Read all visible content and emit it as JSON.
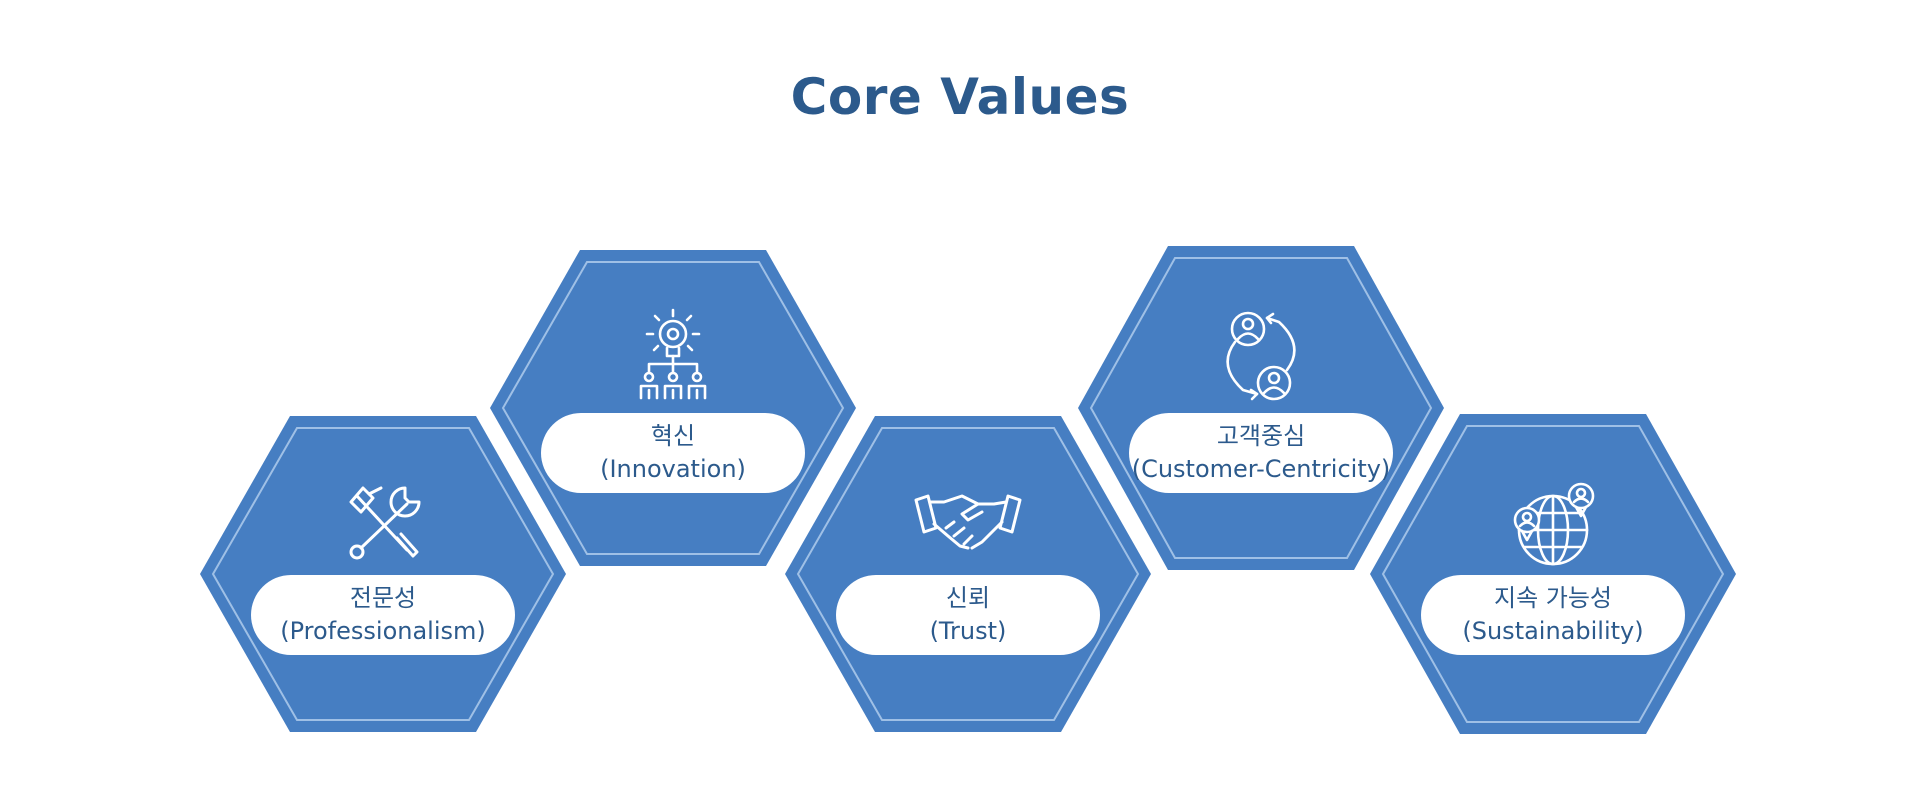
{
  "title": "Core Values",
  "colors": {
    "hex_fill": "#467ec2",
    "hex_inner_line": "#9fc0e6",
    "label_bg": "#ffffff",
    "text": "#2c5a8c",
    "icon": "#ffffff"
  },
  "values": [
    {
      "korean": "전문성",
      "english": "(Professionalism)",
      "icon": "tools-icon"
    },
    {
      "korean": "혁신",
      "english": "(Innovation)",
      "icon": "lightbulb-network-icon"
    },
    {
      "korean": "신뢰",
      "english": "(Trust)",
      "icon": "handshake-icon"
    },
    {
      "korean": "고객중심",
      "english": "(Customer-Centricity)",
      "icon": "customer-cycle-icon"
    },
    {
      "korean": "지속 가능성",
      "english": "(Sustainability)",
      "icon": "globe-people-icon"
    }
  ]
}
